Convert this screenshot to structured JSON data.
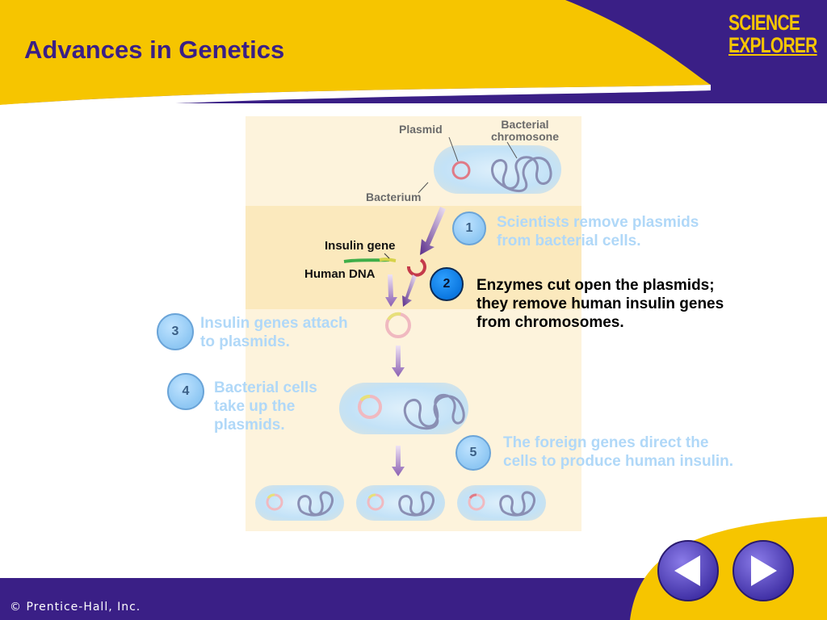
{
  "slide": {
    "title": "Advances in Genetics",
    "logo_line1": "SCIENCE",
    "logo_line2": "EXPLORER",
    "copyright": "© Prentice-Hall, Inc."
  },
  "diagram": {
    "labels": {
      "plasmid": "Plasmid",
      "bacterial_chromosome_line1": "Bacterial",
      "bacterial_chromosome_line2": "chromosone",
      "bacterium": "Bacterium",
      "insulin_gene": "Insulin gene",
      "human_dna": "Human DNA"
    }
  },
  "steps": [
    {
      "number": "1",
      "line1": "Scientists remove plasmids",
      "line2": "from bacterial cells.",
      "line3": ""
    },
    {
      "number": "2",
      "line1": "Enzymes cut open the plasmids;",
      "line2": "they remove human insulin genes",
      "line3": "from chromosomes."
    },
    {
      "number": "3",
      "line1": "Insulin genes attach",
      "line2": "to plasmids.",
      "line3": ""
    },
    {
      "number": "4",
      "line1": "Bacterial cells",
      "line2": "take up the",
      "line3": "plasmids."
    },
    {
      "number": "5",
      "line1": "The foreign genes direct the",
      "line2": "cells to produce human insulin.",
      "line3": ""
    }
  ],
  "navigation": {
    "previous_icon": "triangle-left-icon",
    "next_icon": "triangle-right-icon"
  },
  "colors": {
    "header_yellow": "#f6c500",
    "header_purple": "#3a1f86",
    "title_color": "#3a1f86",
    "active_step": "#0b77e0",
    "inactive_step": "#8ec7f3"
  }
}
